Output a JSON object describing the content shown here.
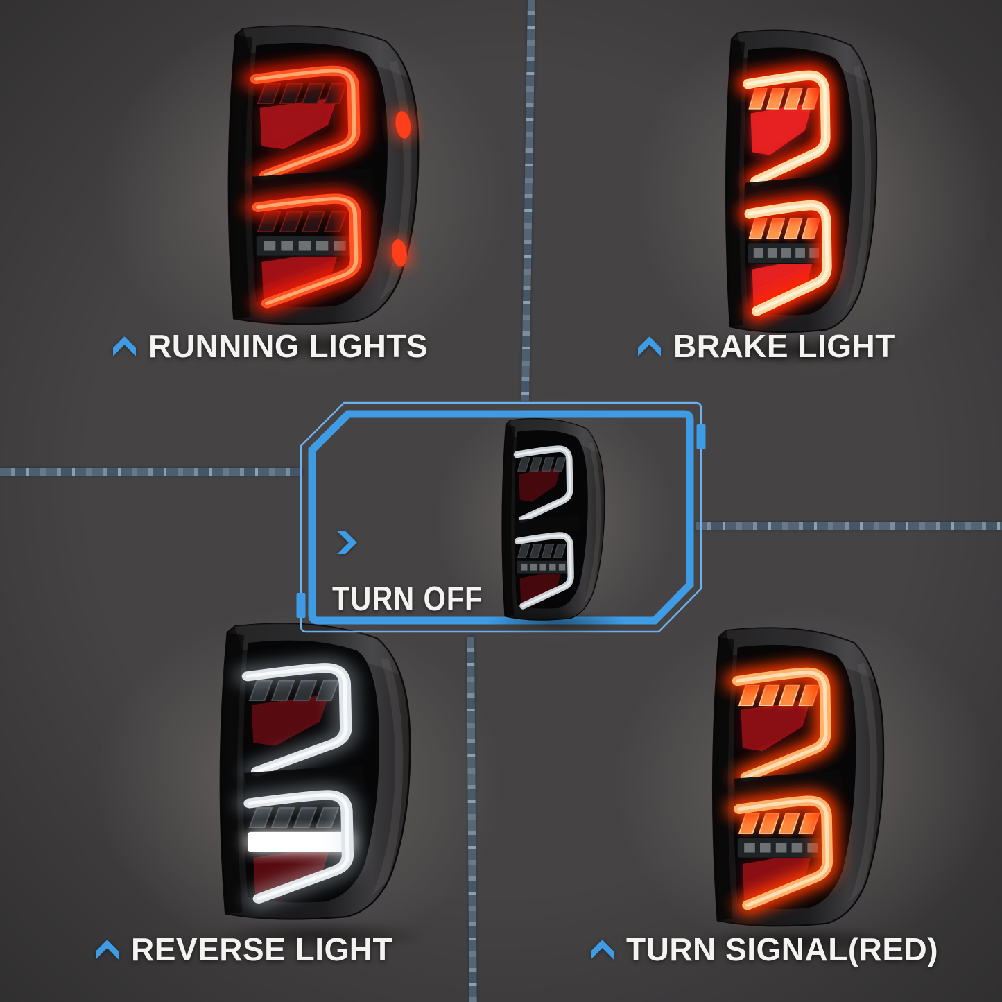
{
  "theme": {
    "background": "#454344",
    "accent_blue": "#3f9be4",
    "accent_blue_light": "#6fb0ea",
    "label_color": "#f4f3f2",
    "steel_line": "#6a7f92"
  },
  "panels": [
    {
      "id": "running-lights",
      "label": "RUNNING LIGHTS",
      "icon": "chevron-up-icon",
      "light": {
        "state": "running",
        "tube": "#ff5322",
        "tube_inner": "#ffb27a",
        "tube_glow": "#ff1e00",
        "glow_opacity": 0.8,
        "hatch": "#241316",
        "hatch_stroke": "#6a1a12",
        "hatch_glow": "#ff3000",
        "hatch_glow_opacity": 0.12,
        "lens": "#a31318",
        "lens_glow_opacity": 0.5,
        "marker": "#ff3f1c",
        "marker_opacity": 1,
        "reverse_opacity": 0
      }
    },
    {
      "id": "brake-light",
      "label": "BRAKE LIGHT",
      "icon": "chevron-up-icon",
      "light": {
        "state": "brake",
        "tube": "#ffd9a0",
        "tube_inner": "#fff3df",
        "tube_glow": "#ff2600",
        "glow_opacity": 1,
        "hatch": "#ff9a4d",
        "hatch_stroke": "#ffc9a0",
        "hatch_glow": "#ff3c00",
        "hatch_glow_opacity": 0.9,
        "lens": "#e82222",
        "lens_glow_opacity": 0.9,
        "marker": "#ff5a2e",
        "marker_opacity": 0,
        "reverse_opacity": 0
      }
    },
    {
      "id": "turn-off",
      "label": "TURN OFF",
      "icon": "chevron-right-icon",
      "light": {
        "state": "off",
        "tube": "#c9ced2",
        "tube_inner": "#eef1f3",
        "tube_glow": "#aab4bc",
        "glow_opacity": 0,
        "hatch": "#2e3134",
        "hatch_stroke": "#4a4e52",
        "hatch_glow": "#000000",
        "hatch_glow_opacity": 0,
        "lens": "#49090e",
        "lens_glow_opacity": 0,
        "marker": "#3a0c0e",
        "marker_opacity": 0,
        "reverse_opacity": 0
      }
    },
    {
      "id": "reverse-light",
      "label": "REVERSE LIGHT",
      "icon": "chevron-up-icon",
      "light": {
        "state": "reverse",
        "tube": "#dfe5e9",
        "tube_inner": "#f9fbfd",
        "tube_glow": "#d4e4ef",
        "glow_opacity": 0.32,
        "hatch": "#2e3134",
        "hatch_stroke": "#4a4e52",
        "hatch_glow": "#ffffff",
        "hatch_glow_opacity": 0.08,
        "lens": "#5c0c11",
        "lens_glow_opacity": 0.1,
        "marker": "#3a0c0e",
        "marker_opacity": 0,
        "reverse_opacity": 1
      }
    },
    {
      "id": "turn-signal-red",
      "label": "TURN SIGNAL(RED)",
      "icon": "chevron-up-icon",
      "light": {
        "state": "turn-signal",
        "tube": "#ffb36a",
        "tube_inner": "#ffe2bf",
        "tube_glow": "#ff3a00",
        "glow_opacity": 0.92,
        "hatch": "#ff8c3e",
        "hatch_stroke": "#ffcf9e",
        "hatch_glow": "#ff4400",
        "hatch_glow_opacity": 0.8,
        "lens": "#8e1015",
        "lens_glow_opacity": 0.45,
        "marker": "#ff4a22",
        "marker_opacity": 0,
        "reverse_opacity": 0
      }
    }
  ]
}
